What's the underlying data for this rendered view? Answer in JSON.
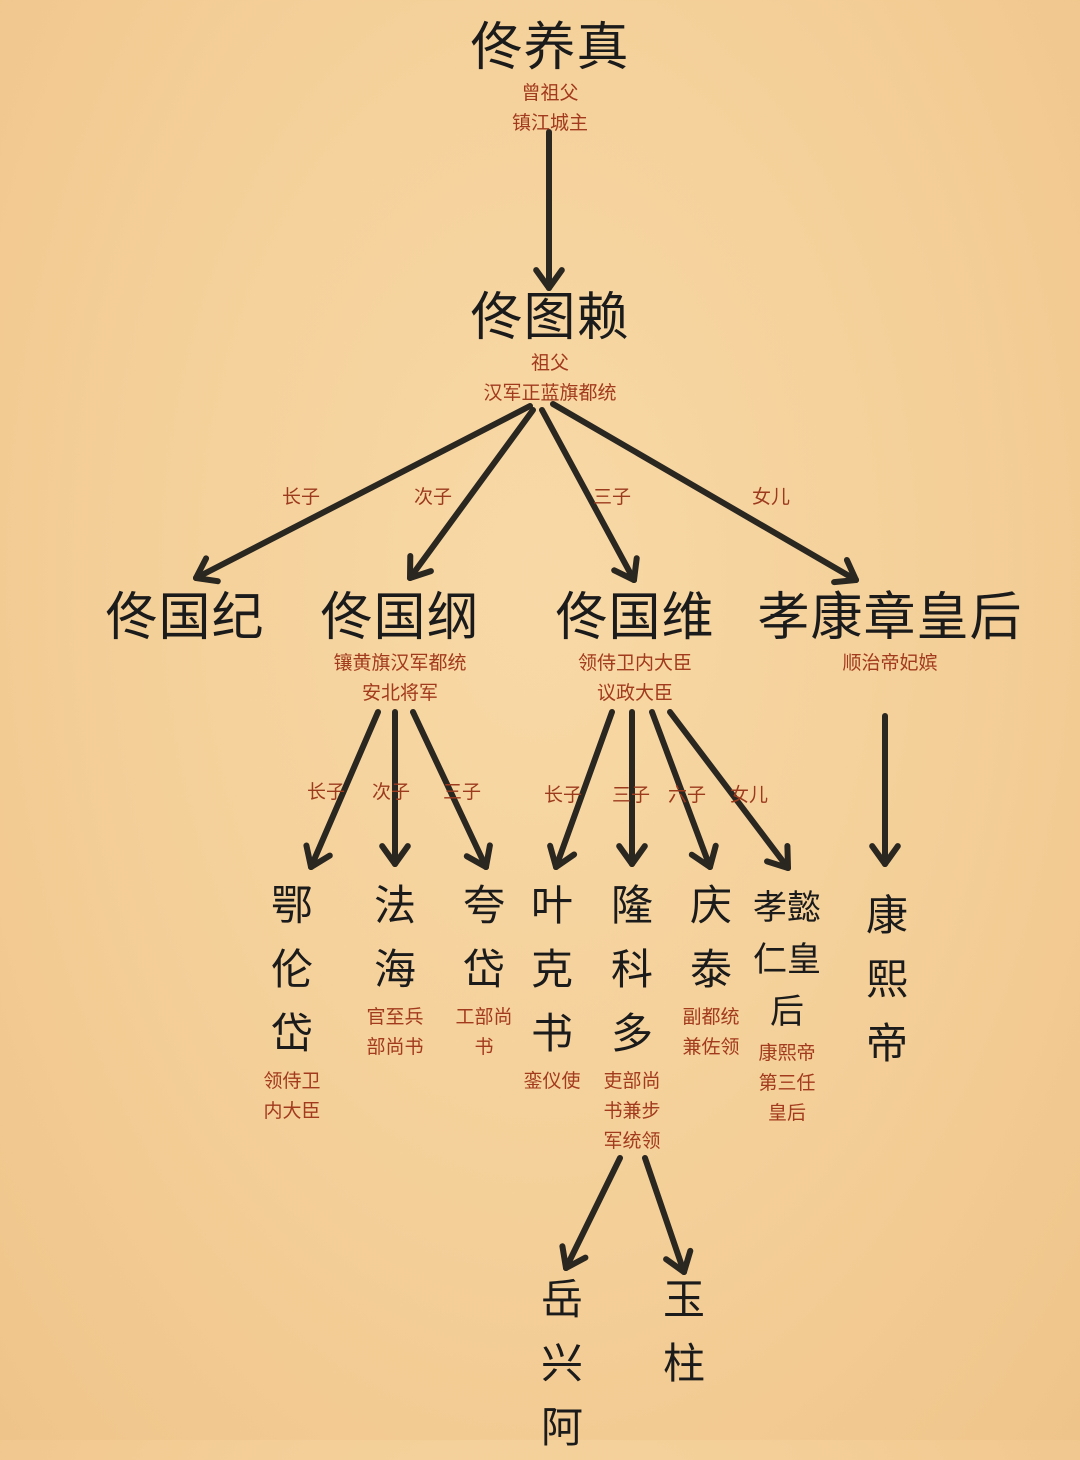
{
  "people": {
    "yangzhen": {
      "name": "佟养真",
      "notes": [
        "曾祖父",
        "镇江城主"
      ]
    },
    "tulai": {
      "name": "佟图赖",
      "notes": [
        "祖父",
        "汉军正蓝旗都统"
      ]
    },
    "guoji": {
      "name": "佟国纪",
      "notes": []
    },
    "guogang": {
      "name": "佟国纲",
      "notes": [
        "镶黄旗汉军都统",
        "安北将军"
      ]
    },
    "guowei": {
      "name": "佟国维",
      "notes": [
        "领侍卫内大臣",
        "议政大臣"
      ]
    },
    "xiaokangzhang": {
      "name": "孝康章皇后",
      "notes": [
        "顺治帝妃嫔"
      ]
    },
    "elundai": {
      "name": "鄂伦岱",
      "note": "领侍卫内大臣"
    },
    "fahai": {
      "name": "法海",
      "note": "官至兵部尚书"
    },
    "kuadai": {
      "name": "夸岱",
      "note": "工部尚书"
    },
    "yekeshu": {
      "name": "叶克书",
      "note": "銮仪使"
    },
    "longkeduo": {
      "name": "隆科多",
      "note": "吏部尚书兼步军统领"
    },
    "qingtai": {
      "name": "庆泰",
      "note": "副都统兼佐领"
    },
    "xiaoyiren": {
      "name": "孝懿仁皇后",
      "note": "康熙帝第三任皇后"
    },
    "kangxi": {
      "name": "康熙帝",
      "note": ""
    },
    "yuexinga": {
      "name": "岳兴阿",
      "note": ""
    },
    "yuzhu": {
      "name": "玉柱",
      "note": ""
    }
  },
  "relations": {
    "tulai_guoji": "长子",
    "tulai_guogang": "次子",
    "tulai_guowei": "三子",
    "tulai_daughter": "女儿",
    "guogang_elundai": "长子",
    "guogang_fahai": "次子",
    "guogang_kuadai": "三子",
    "guowei_yekeshu": "长子",
    "guowei_longkeduo": "三子",
    "guowei_qingtai": "六子",
    "guowei_daughter": "女儿"
  },
  "colors": {
    "background": "#f4cf98",
    "name": "#1b1b1b",
    "note": "#a23a1d",
    "arrow": "#2a2620"
  }
}
